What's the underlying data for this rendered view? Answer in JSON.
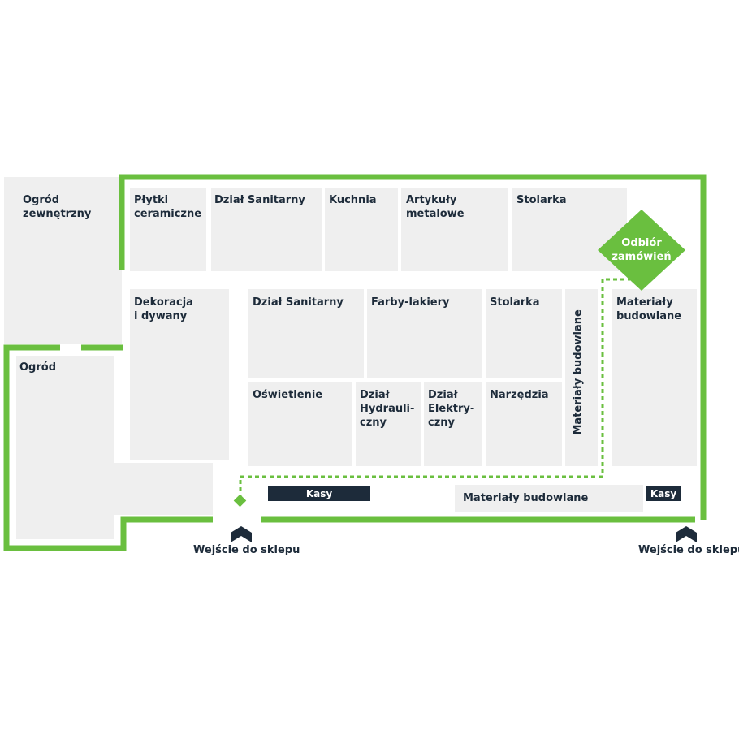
{
  "colors": {
    "wall": "#6abf3f",
    "block": "#efefef",
    "text": "#1d2b3a",
    "badge": "#6abf3f",
    "kasy": "#1d2b3a"
  },
  "zones": {
    "ogrod_zewnetrzny": "Ogród\nzewnętrzny",
    "ogrod": "Ogród",
    "plytki": "Płytki\nceramiczne",
    "dzial_sanitarny_top": "Dział Sanitarny",
    "kuchnia": "Kuchnia",
    "artykuly": "Artykuły\nmetalowe",
    "stolarka_top": "Stolarka",
    "dekoracja": "Dekoracja\ni dywany",
    "dzial_sanitarny_mid": "Dział Sanitarny",
    "farby": "Farby-lakiery",
    "stolarka_mid": "Stolarka",
    "oswietlenie": "Oświetlenie",
    "hydrauliczny": "Dział\nHydrauli-\nczny",
    "elektryczny": "Dział\nElektry-\nczny",
    "narzedzia": "Narzędzia",
    "materialy_vertical": "Materiały budowlane",
    "materialy_right": "Materiały\nbudowlane",
    "materialy_bottom": "Materiały budowlane"
  },
  "badge": {
    "label": "Odbiór\nzamówień"
  },
  "checkouts": {
    "left": "Kasy",
    "right": "Kasy"
  },
  "entrances": {
    "left": "Wejście do sklepu",
    "right": "Wejście do sklepu"
  }
}
